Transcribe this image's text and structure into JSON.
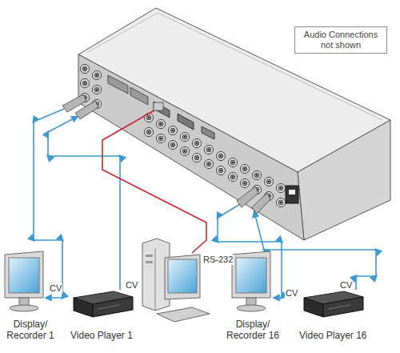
{
  "diagram": {
    "nodes": [
      {
        "text": [
          "Audio Connections not shown"
        ]
      },
      {
        "text": [
          "Display/ Recorder 1"
        ]
      },
      {
        "text": [
          "Video Player 1"
        ]
      },
      {
        "text": [
          "Display/ Recorder 16"
        ]
      },
      {
        "text": [
          "Video Player 16"
        ]
      }
    ],
    "labels": [
      "CV",
      "CV",
      "RS-232",
      "CV",
      "CV"
    ]
  }
}
